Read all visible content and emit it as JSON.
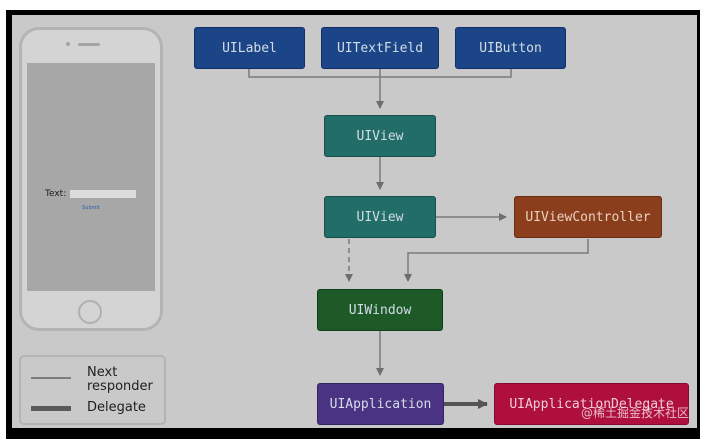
{
  "phone": {
    "text_label": "Text:",
    "submit_label": "Submit"
  },
  "legend": {
    "next_responder": "Next responder",
    "delegate": "Delegate"
  },
  "nodes": {
    "uilabel": "UILabel",
    "uitextfield": "UITextField",
    "uibutton": "UIButton",
    "uiview_top": "UIView",
    "uiview_mid": "UIView",
    "uiviewcontroller": "UIViewController",
    "uiwindow": "UIWindow",
    "uiapplication": "UIApplication",
    "uiapplicationdelegate": "UIApplicationDelegate"
  },
  "watermark": "@稀土掘金技术社区",
  "colors": {
    "view_blue": "#1b4586",
    "view_teal": "#226d67",
    "window_green": "#1d5a28",
    "controller_orange": "#8a3e1b",
    "application_purple": "#4b3383",
    "delegate_crimson": "#ae0f3c"
  }
}
